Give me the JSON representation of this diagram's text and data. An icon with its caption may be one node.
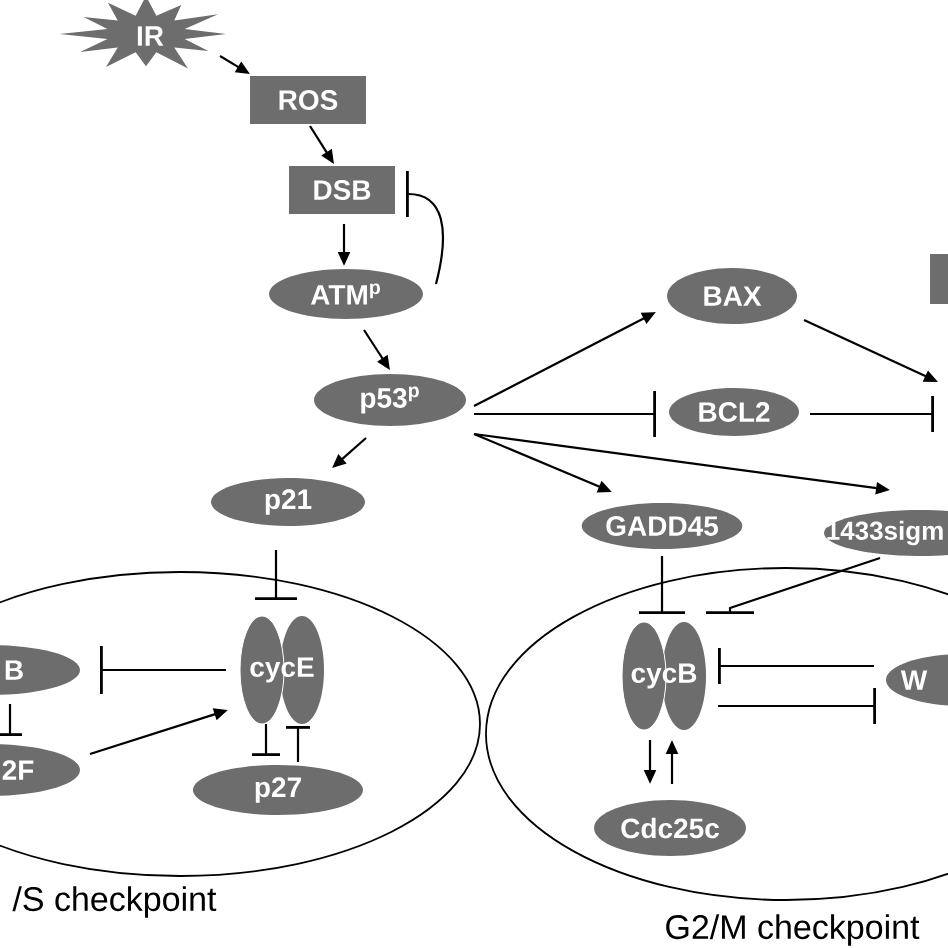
{
  "diagram": {
    "nodes": [
      {
        "text": [
          "IR"
        ]
      },
      {
        "text": [
          "ROS"
        ]
      },
      {
        "text": [
          "DSB"
        ]
      },
      {
        "text": [
          "ATM$^{p}$"
        ]
      },
      {
        "text": [
          "p53$^{p}$"
        ]
      },
      {
        "text": [
          "BAX"
        ]
      },
      {
        "text": [],
        "shape": "box"
      },
      {
        "text": [
          "BCL2"
        ]
      },
      {
        "text": [
          "p21"
        ]
      },
      {
        "text": [
          "GADD45"
        ]
      },
      {
        "text": [
          "1433sigm"
        ]
      },
      {
        "text": [
          "/S checkpoint"
        ]
      },
      {
        "text": [
          "B"
        ],
        "in": 11
      },
      {
        "text": [
          "cycE"
        ],
        "in": 11
      },
      {
        "text": [
          "2F"
        ],
        "in": 11
      },
      {
        "text": [
          "p27"
        ],
        "in": 11
      },
      {
        "text": [
          "G2/M checkpoint"
        ]
      },
      {
        "text": [
          "cycB"
        ],
        "in": 16
      },
      {
        "text": [
          "W"
        ],
        "in": 16
      },
      {
        "text": [
          "Cdc25c"
        ],
        "in": 16
      }
    ],
    "edges": [
      {
        "from": 0,
        "to": 1,
        "arrow": "to"
      },
      {
        "from": 1,
        "to": 2,
        "arrow": "to"
      },
      {
        "from": 2,
        "to": 3,
        "arrow": "to"
      },
      {
        "from": 3,
        "to": 2,
        "arrow": "other"
      },
      {
        "from": 3,
        "to": 4,
        "arrow": "to"
      },
      {
        "from": 4,
        "to": 5,
        "arrow": "to"
      },
      {
        "from": 4,
        "to": 7,
        "arrow": "other"
      },
      {
        "from": 5,
        "to": null,
        "arrow": "to"
      },
      {
        "from": 7,
        "to": null,
        "arrow": "other"
      },
      {
        "from": 4,
        "to": 8,
        "arrow": "to"
      },
      {
        "from": 4,
        "to": 9,
        "arrow": "to"
      },
      {
        "from": 4,
        "to": 10,
        "arrow": "to"
      },
      {
        "from": 8,
        "to": 13,
        "arrow": "other"
      },
      {
        "from": 9,
        "to": 17,
        "arrow": "other"
      },
      {
        "from": 10,
        "to": 17,
        "arrow": "other"
      },
      {
        "from": 13,
        "to": 12,
        "arrow": "other"
      },
      {
        "from": 12,
        "to": 14,
        "arrow": "other"
      },
      {
        "from": 14,
        "to": 13,
        "arrow": "to"
      },
      {
        "from": 13,
        "to": 15,
        "arrow": "other"
      },
      {
        "from": 15,
        "to": 13,
        "arrow": "other"
      },
      {
        "from": 18,
        "to": 17,
        "arrow": "other"
      },
      {
        "from": 17,
        "to": 18,
        "arrow": "other"
      },
      {
        "from": 17,
        "to": 19,
        "arrow": "to"
      },
      {
        "from": 19,
        "to": 17,
        "arrow": "to"
      }
    ]
  }
}
